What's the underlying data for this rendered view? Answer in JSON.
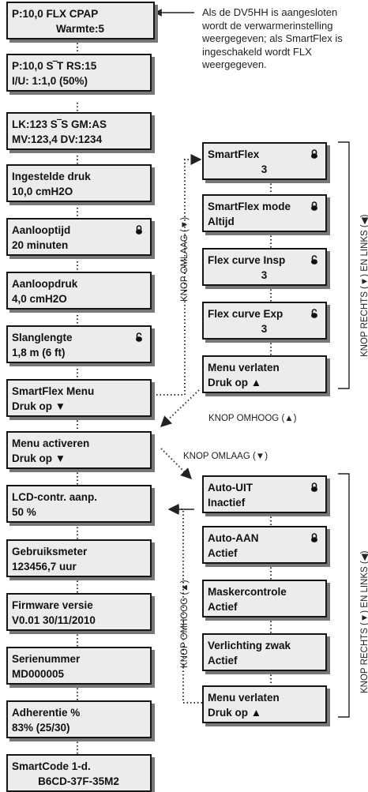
{
  "note": "Als de DV5HH is aangesloten wordt de verwarmerinstelling weergegeven; als SmartFlex is ingeschakeld wordt FLX weergegeven.",
  "main": [
    {
      "l1": "P:10,0  FLX          CPAP",
      "l2": "Warmte:5",
      "c2": true,
      "lock": ""
    },
    {
      "l1": "P:10,0 S‾T RS:15",
      "l2": "I/U: 1:1,0 (50%)",
      "lock": ""
    },
    {
      "l1": "LK:123 S‾S GM:AS",
      "l2": "MV:123,4 DV:1234",
      "lock": ""
    },
    {
      "l1": "Ingestelde druk",
      "l2": "10,0 cmH2O",
      "lock": ""
    },
    {
      "l1": "Aanlooptijd",
      "l2": "20 minuten",
      "lock": "locked"
    },
    {
      "l1": "Aanloopdruk",
      "l2": " 4,0 cmH2O",
      "lock": ""
    },
    {
      "l1": "Slanglengte",
      "l2": "1,8 m (6 ft)",
      "lock": "unlocked"
    },
    {
      "l1": "SmartFlex Menu",
      "l2": "Druk op ▼",
      "lock": ""
    },
    {
      "l1": "Menu activeren",
      "l2": "Druk op ▼",
      "lock": ""
    },
    {
      "l1": "LCD-contr. aanp.",
      "l2": " 50 %",
      "lock": ""
    },
    {
      "l1": "Gebruiksmeter",
      "l2": "123456,7 uur",
      "lock": ""
    },
    {
      "l1": "Firmware versie",
      "l2": "V0.01 30/11/2010",
      "lock": ""
    },
    {
      "l1": "Serienummer",
      "l2": "MD000005",
      "lock": ""
    },
    {
      "l1": "Adherentie %",
      "l2": " 83% (25/30)",
      "lock": ""
    },
    {
      "l1": "SmartCode              1-d.",
      "l2": "B6CD-37F-35M2",
      "c2": true,
      "lock": ""
    }
  ],
  "smartflex": [
    {
      "l1": "SmartFlex",
      "l2": "3",
      "c2": true,
      "lock": "locked"
    },
    {
      "l1": "SmartFlex mode",
      "l2": "Altijd",
      "lock": "locked"
    },
    {
      "l1": "Flex curve Insp",
      "l2": "3",
      "c2": true,
      "lock": "unlocked"
    },
    {
      "l1": "Flex curve Exp",
      "l2": "3",
      "c2": true,
      "lock": "unlocked"
    },
    {
      "l1": "Menu verlaten",
      "l2": "Druk op ▲",
      "lock": ""
    }
  ],
  "submenu": [
    {
      "l1": "Auto-UIT",
      "l2": "Inactief",
      "lock": "locked"
    },
    {
      "l1": "Auto-AAN",
      "l2": "Actief",
      "lock": "locked"
    },
    {
      "l1": "Maskercontrole",
      "l2": "Actief",
      "lock": ""
    },
    {
      "l1": "Verlichting zwak",
      "l2": "Actief",
      "lock": ""
    },
    {
      "l1": "Menu verlaten",
      "l2": "Druk op ▲",
      "lock": ""
    }
  ],
  "labels": {
    "knop_omlaag_1": "KNOP OMLAAG (▼)",
    "knop_rechts_1": "KNOP RECHTS (▼) EN LINKS (◀)",
    "knop_omhoog_1": "KNOP OMHOOG (▲)",
    "knop_omlaag_2": "KNOP OMLAAG (▼)",
    "knop_omhoog_2": "KNOP OMHOOG (▲)",
    "knop_rechts_2": "KNOP RECHTS (▼) EN LINKS (◀)"
  }
}
